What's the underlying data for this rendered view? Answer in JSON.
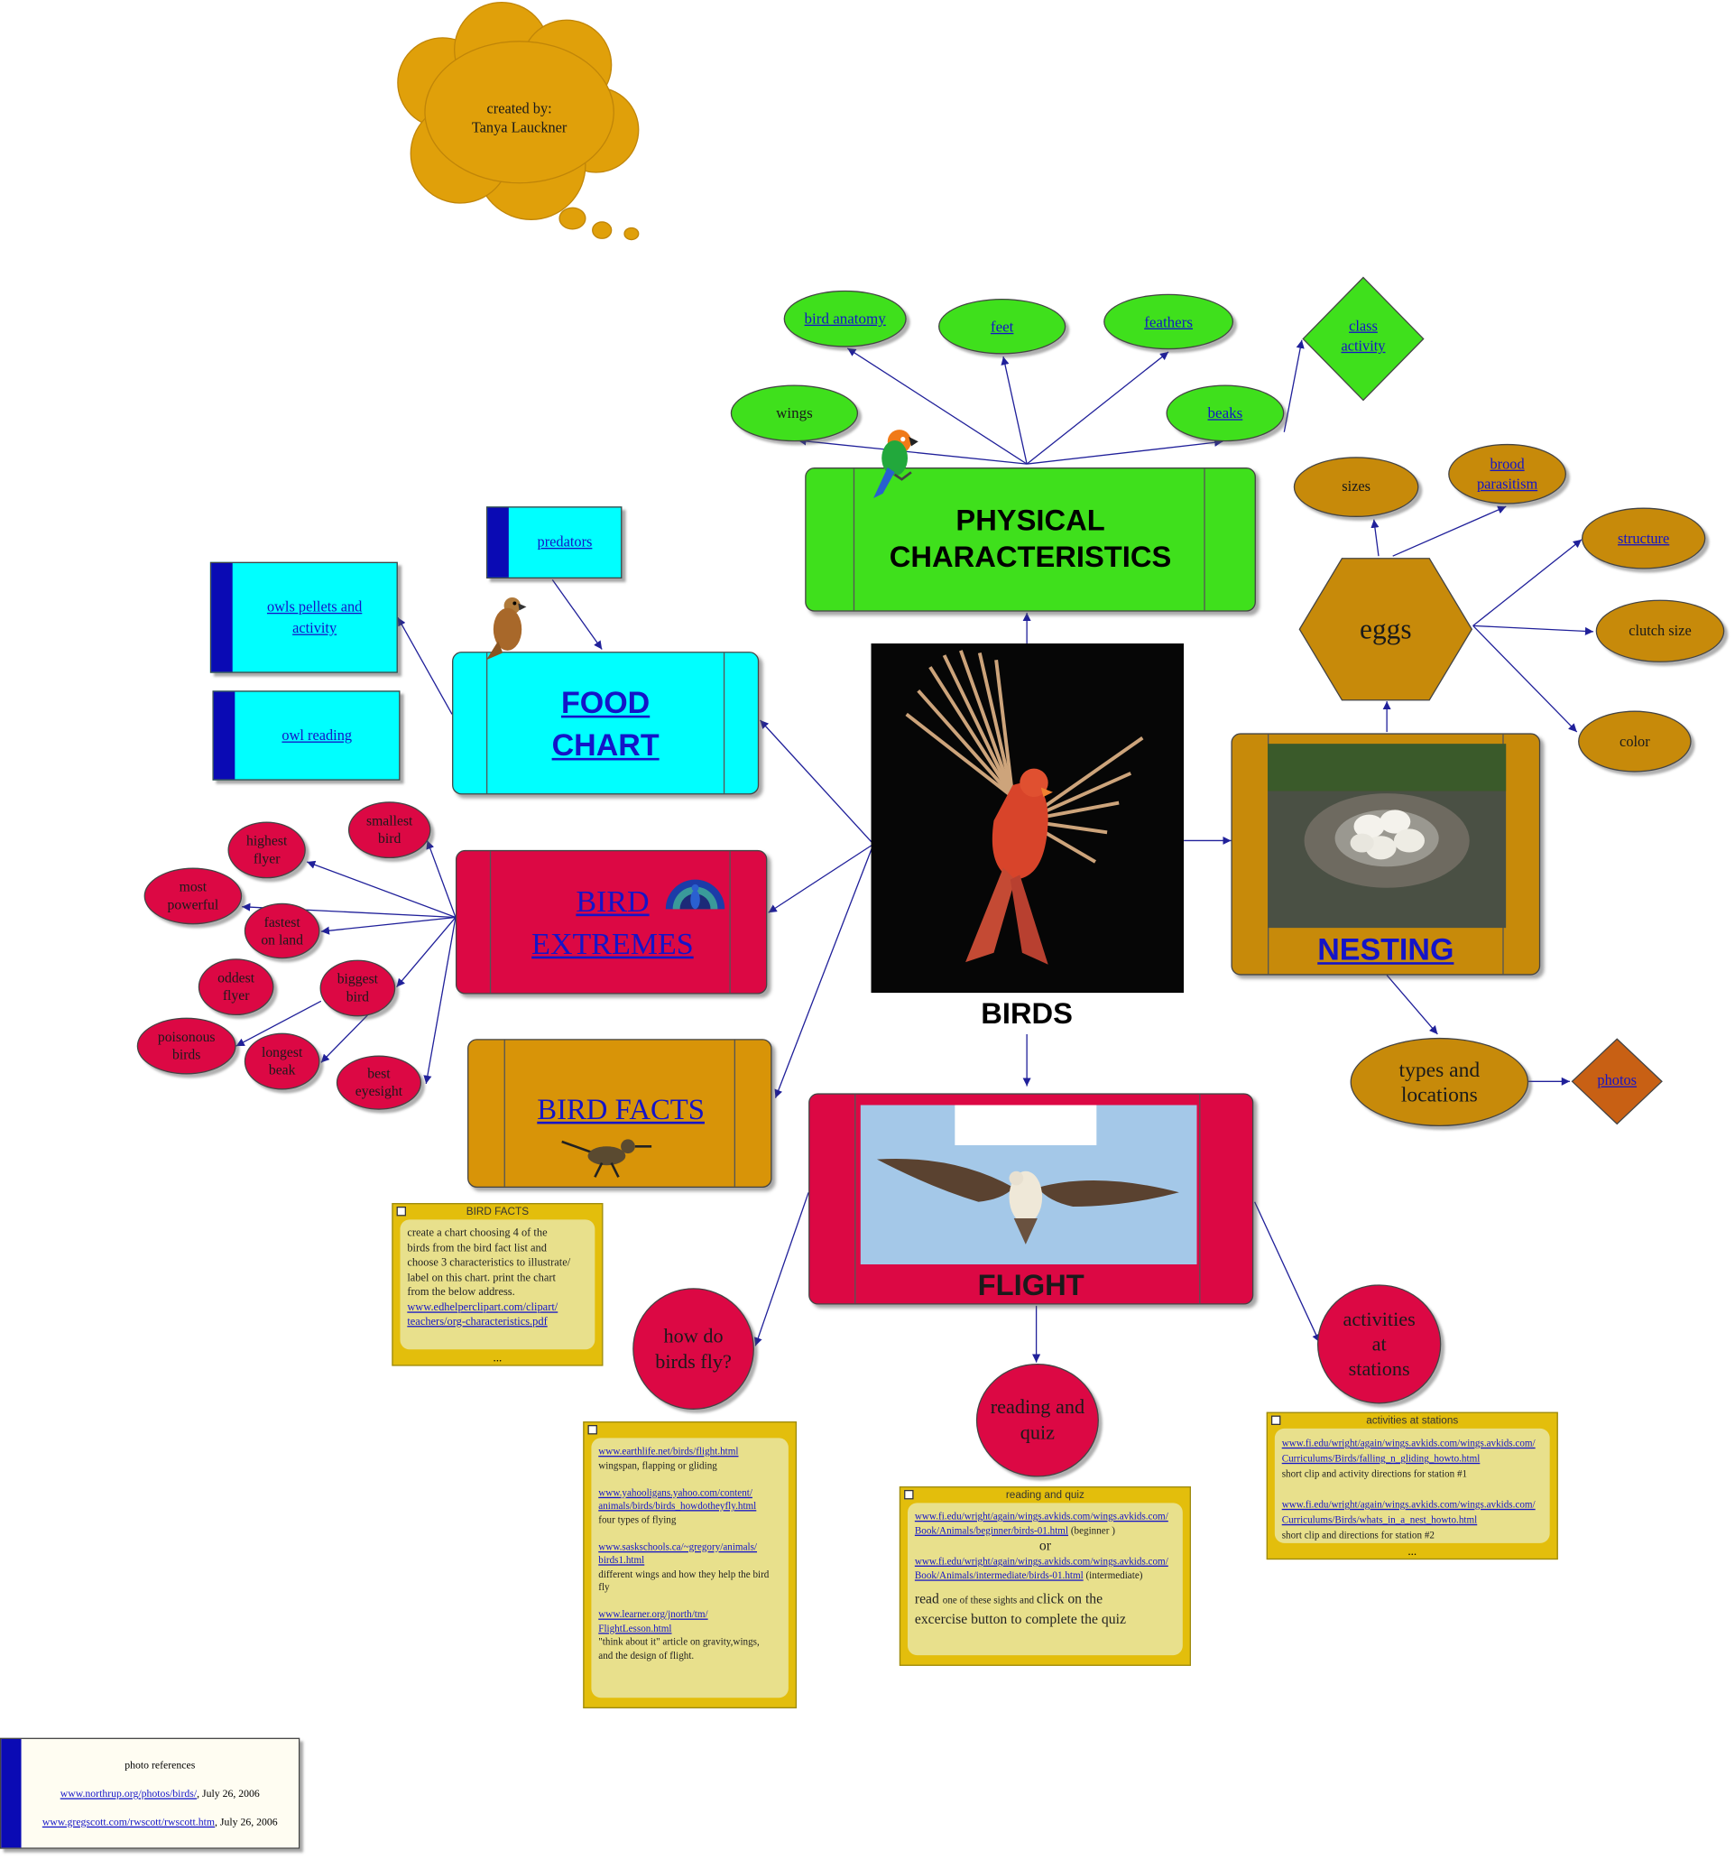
{
  "credit": {
    "line1": "created by:",
    "line2": "Tanya Lauckner"
  },
  "physical": {
    "title_line1": "PHYSICAL",
    "title_line2": "CHARACTERISTICS",
    "children": {
      "anatomy": "bird anatomy ",
      "feet": "feet",
      "feathers": "feathers",
      "wings": "wings",
      "beaks": "beaks",
      "class_line1": "class",
      "class_line2": "activity"
    }
  },
  "center": {
    "label": "BIRDS"
  },
  "food": {
    "line1": "FOOD ",
    "line2": "CHART",
    "predators": "predators",
    "owls_line1": "owls pellets and ",
    "owls_line2": "activity",
    "owl_reading": "owl reading"
  },
  "extremes": {
    "line1": "BIRD ",
    "line2": "EXTREMES",
    "items": {
      "smallest": [
        "smallest",
        "bird"
      ],
      "highest": [
        "highest",
        "flyer"
      ],
      "powerful": [
        "most",
        "powerful"
      ],
      "fastest": [
        "fastest",
        "on land"
      ],
      "oddest": [
        "oddest",
        "flyer"
      ],
      "biggest": [
        "biggest",
        "bird"
      ],
      "poisonous": [
        "poisonous",
        "birds"
      ],
      "longest": [
        "longest",
        "beak"
      ],
      "eyesight": [
        "best",
        "eyesight"
      ]
    }
  },
  "facts": {
    "label": "BIRD FACTS"
  },
  "nesting": {
    "label": "NESTING",
    "types_line1": "types and",
    "types_line2": "locations",
    "photos": "photos"
  },
  "eggs": {
    "label": "eggs",
    "sizes": "sizes",
    "brood_line1": "brood ",
    "brood_line2": "parasitism",
    "structure": "structure",
    "clutch": "clutch size",
    "color": "color"
  },
  "flight": {
    "label": "FLIGHT",
    "how_line1": "how do",
    "how_line2": "birds fly?",
    "reading_line1": "reading and",
    "reading_line2": "quiz",
    "stations_line1": "activities",
    "stations_line2": "at",
    "stations_line3": "stations"
  },
  "note_facts": {
    "title": "BIRD FACTS",
    "lines": [
      "create a chart choosing 4 of the",
      "birds from the bird fact list and",
      "choose 3 characteristics to illustrate/",
      "label on this chart. print the chart",
      "from the below address."
    ],
    "links": [
      "www.edhelperclipart.com/clipart/",
      "teachers/org-characteristics.pdf"
    ],
    "more": "..."
  },
  "note_fly": {
    "l1a": "www.earthlife.net/birds/flight.html",
    "d1": "wingspan, flapping or gliding",
    "l2a": "www.yahooligans.yahoo.com/content/",
    "l2b": "animals/birds/birds_howdotheyfly.html",
    "d2": "four types of flying",
    "l3a": "www.saskschools.ca/~gregory/animals/",
    "l3b": "birds1.html",
    "d3a": "different wings and how they help the bird",
    "d3b": "fly",
    "l4a": "www.learner.org/jnorth/tm/",
    "l4b": "FlightLesson.html",
    "d4a": "\"think about it\" article on gravity,wings,",
    "d4b": "and the design of flight."
  },
  "note_quiz": {
    "title": "reading and quiz",
    "l1a": "www.fi.edu/wright/again/wings.avkids.com/wings.avkids.com/",
    "l1b": "Book/Animals/beginner/birds-01.html",
    "t1": " (beginner )",
    "or": "or",
    "l2a": "www.fi.edu/wright/again/wings.avkids.com/wings.avkids.com/",
    "l2b": "Book/Animals/intermediate/birds-01.html",
    "t2": " (intermediate)",
    "r1": "read ",
    "r2": "one of these sights and ",
    "r3": "click on the",
    "r4": "excercise button to complete the quiz"
  },
  "note_stations": {
    "title": "activities at stations",
    "l1a": "www.fi.edu/wright/again/wings.avkids.com/wings.avkids.com/",
    "l1b": "Curriculums/Birds/falling_n_gliding_howto.html",
    "d1": "short clip and activity directions for station #1",
    "l2a": "www.fi.edu/wright/again/wings.avkids.com/wings.avkids.com/",
    "l2b": "Curriculums/Birds/whats_in_a_nest_howto.html",
    "d2": "short clip and directions for station #2",
    "more": "..."
  },
  "refs": {
    "title": "photo references",
    "link1": "www.northrup.org/photos/birds/",
    "date1": ", July 26, 2006",
    "link2": "www.gregscott.com/rwscott/rwscott.htm",
    "date2": ", July 26, 2006"
  },
  "colors": {
    "green": "#3fe01c",
    "gold": "#c78a0a",
    "crimson": "#dc0844",
    "cyan": "#00ffff",
    "link": "#1414c8",
    "note": "#e3be0c",
    "line": "#20209a"
  }
}
